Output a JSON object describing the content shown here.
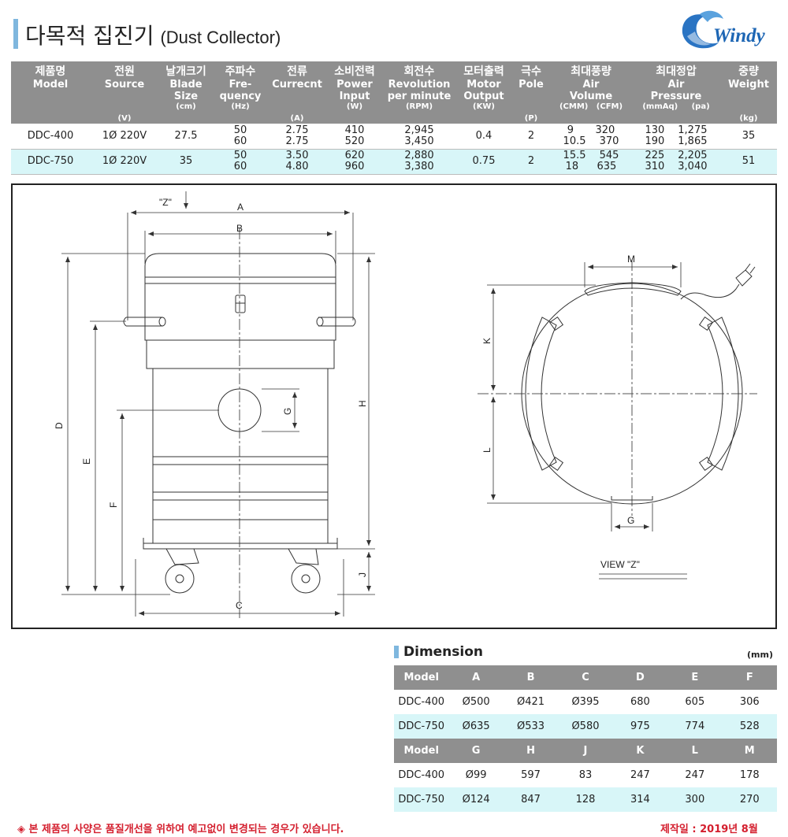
{
  "header": {
    "title_ko": "다목적 집진기",
    "title_en": "(Dust Collector)",
    "logo_text": "Windy"
  },
  "spec_table": {
    "columns": [
      {
        "ko": "제품명",
        "en": "Model",
        "en2": "",
        "en3": "",
        "unit": ""
      },
      {
        "ko": "전원",
        "en": "Source",
        "en2": "",
        "en3": "",
        "unit": "(V)"
      },
      {
        "ko": "날개크기",
        "en": "Blade",
        "en2": "Size",
        "en3": "",
        "unit": "(cm)"
      },
      {
        "ko": "주파수",
        "en": "Fre-",
        "en2": "quency",
        "en3": "",
        "unit": "(Hz)"
      },
      {
        "ko": "전류",
        "en": "Currecnt",
        "en2": "",
        "en3": "",
        "unit": "(A)"
      },
      {
        "ko": "소비전력",
        "en": "Power",
        "en2": "Input",
        "en3": "",
        "unit": "(W)"
      },
      {
        "ko": "회전수",
        "en": "Revolution",
        "en2": "per minute",
        "en3": "",
        "unit": "(RPM)"
      },
      {
        "ko": "모터출력",
        "en": "Motor",
        "en2": "Output",
        "en3": "",
        "unit": "(KW)"
      },
      {
        "ko": "극수",
        "en": "Pole",
        "en2": "",
        "en3": "",
        "unit": "(P)"
      },
      {
        "ko": "최대풍량",
        "en": "Air",
        "en2": "Volume",
        "en3": "",
        "unit": "(CMM)   (CFM)"
      },
      {
        "ko": "최대정압",
        "en": "Air",
        "en2": "Pressure",
        "en3": "",
        "unit": "(mmAq)     (pa)"
      },
      {
        "ko": "중량",
        "en": "Weight",
        "en2": "",
        "en3": "",
        "unit": "(kg)"
      }
    ],
    "rows": [
      {
        "model": "DDC-400",
        "source": "1Ø 220V",
        "blade": "27.5",
        "hz": [
          "50",
          "60"
        ],
        "amp": [
          "2.75",
          "2.75"
        ],
        "power": [
          "410",
          "520"
        ],
        "rpm": [
          "2,945",
          "3,450"
        ],
        "motor": "0.4",
        "pole": "2",
        "cmm": [
          "9",
          "10.5"
        ],
        "cfm": [
          "320",
          "370"
        ],
        "mmaq": [
          "130",
          "190"
        ],
        "pa": [
          "1,275",
          "1,865"
        ],
        "weight": "35"
      },
      {
        "model": "DDC-750",
        "source": "1Ø 220V",
        "blade": "35",
        "hz": [
          "50",
          "60"
        ],
        "amp": [
          "3.50",
          "4.80"
        ],
        "power": [
          "620",
          "960"
        ],
        "rpm": [
          "2,880",
          "3,380"
        ],
        "motor": "0.75",
        "pole": "2",
        "cmm": [
          "15.5",
          "18"
        ],
        "cfm": [
          "545",
          "635"
        ],
        "mmaq": [
          "225",
          "310"
        ],
        "pa": [
          "2,205",
          "3,040"
        ],
        "weight": "51"
      }
    ]
  },
  "drawing": {
    "labels": {
      "z": "\"Z\"",
      "a": "A",
      "b": "B",
      "c": "C",
      "d": "D",
      "e": "E",
      "f": "F",
      "g": "G",
      "h": "H",
      "j": "J",
      "k": "K",
      "l": "L",
      "m": "M",
      "g2": "G",
      "view": "VIEW \"Z\""
    }
  },
  "dimension": {
    "title": "Dimension",
    "unit": "(mm)",
    "head1": [
      "Model",
      "A",
      "B",
      "C",
      "D",
      "E",
      "F"
    ],
    "rows1": [
      [
        "DDC-400",
        "Ø500",
        "Ø421",
        "Ø395",
        "680",
        "605",
        "306"
      ],
      [
        "DDC-750",
        "Ø635",
        "Ø533",
        "Ø580",
        "975",
        "774",
        "528"
      ]
    ],
    "head2": [
      "Model",
      "G",
      "H",
      "J",
      "K",
      "L",
      "M"
    ],
    "rows2": [
      [
        "DDC-400",
        "Ø99",
        "597",
        "83",
        "247",
        "247",
        "178"
      ],
      [
        "DDC-750",
        "Ø124",
        "847",
        "128",
        "314",
        "300",
        "270"
      ]
    ]
  },
  "footer": {
    "notice": "◈ 본 제품의 사양은 품질개선을 위하여 예고없이 변경되는 경우가 있습니다.",
    "date": "제작일 : 2019년 8월"
  }
}
